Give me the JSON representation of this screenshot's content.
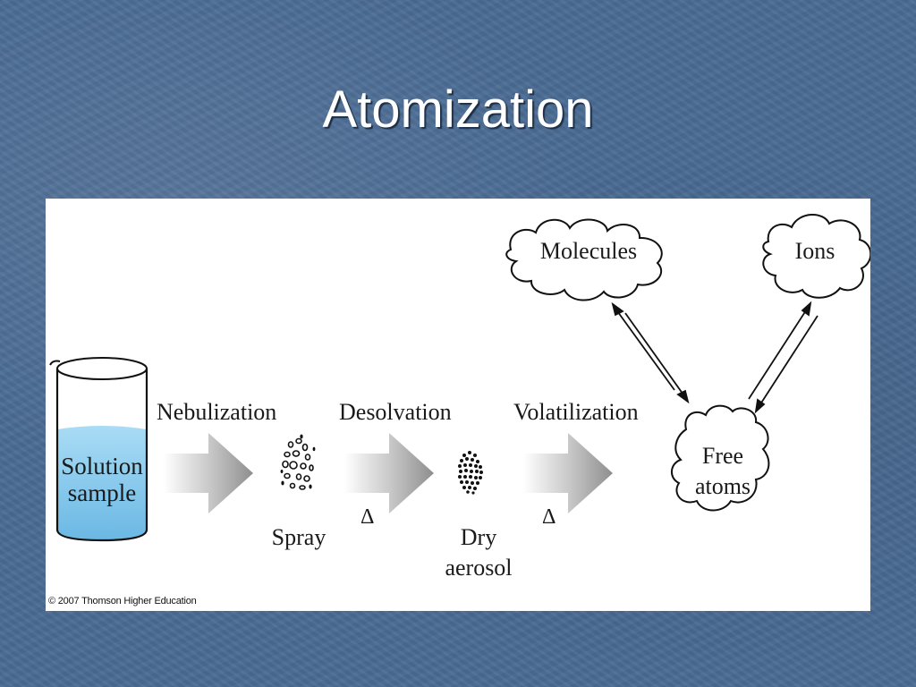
{
  "slide": {
    "title": "Atomization"
  },
  "diagram": {
    "beaker_label": "Solution\nsample",
    "steps": [
      {
        "label": "Nebulization",
        "condition": ""
      },
      {
        "label": "Desolvation",
        "condition": "Δ"
      },
      {
        "label": "Volatilization",
        "condition": "Δ"
      }
    ],
    "products": {
      "spray": "Spray",
      "dry_aerosol": "Dry\naerosol"
    },
    "clouds": {
      "molecules": "Molecules",
      "ions": "Ions",
      "free_atoms": "Free\natoms"
    },
    "copyright": "© 2007 Thomson Higher Education",
    "colors": {
      "background": "#4a6b93",
      "liquid": "#79c3ea",
      "arrow_gray": "#9c9c9c"
    }
  }
}
